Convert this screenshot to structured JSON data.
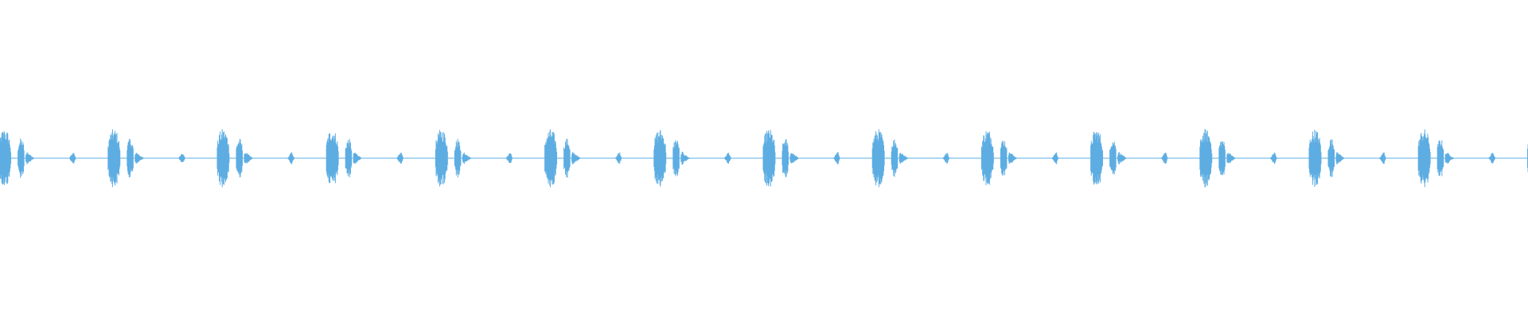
{
  "waveform": {
    "color": "#5dade2",
    "pattern": {
      "repeat_count": 14,
      "segments": [
        {
          "type": "burst",
          "peak": 0.62
        },
        {
          "type": "burst",
          "peak": 0.42
        },
        {
          "type": "tail",
          "peak": 0.18
        },
        {
          "type": "flat"
        },
        {
          "type": "chirp",
          "peak": 0.16
        },
        {
          "type": "flat"
        }
      ]
    }
  }
}
